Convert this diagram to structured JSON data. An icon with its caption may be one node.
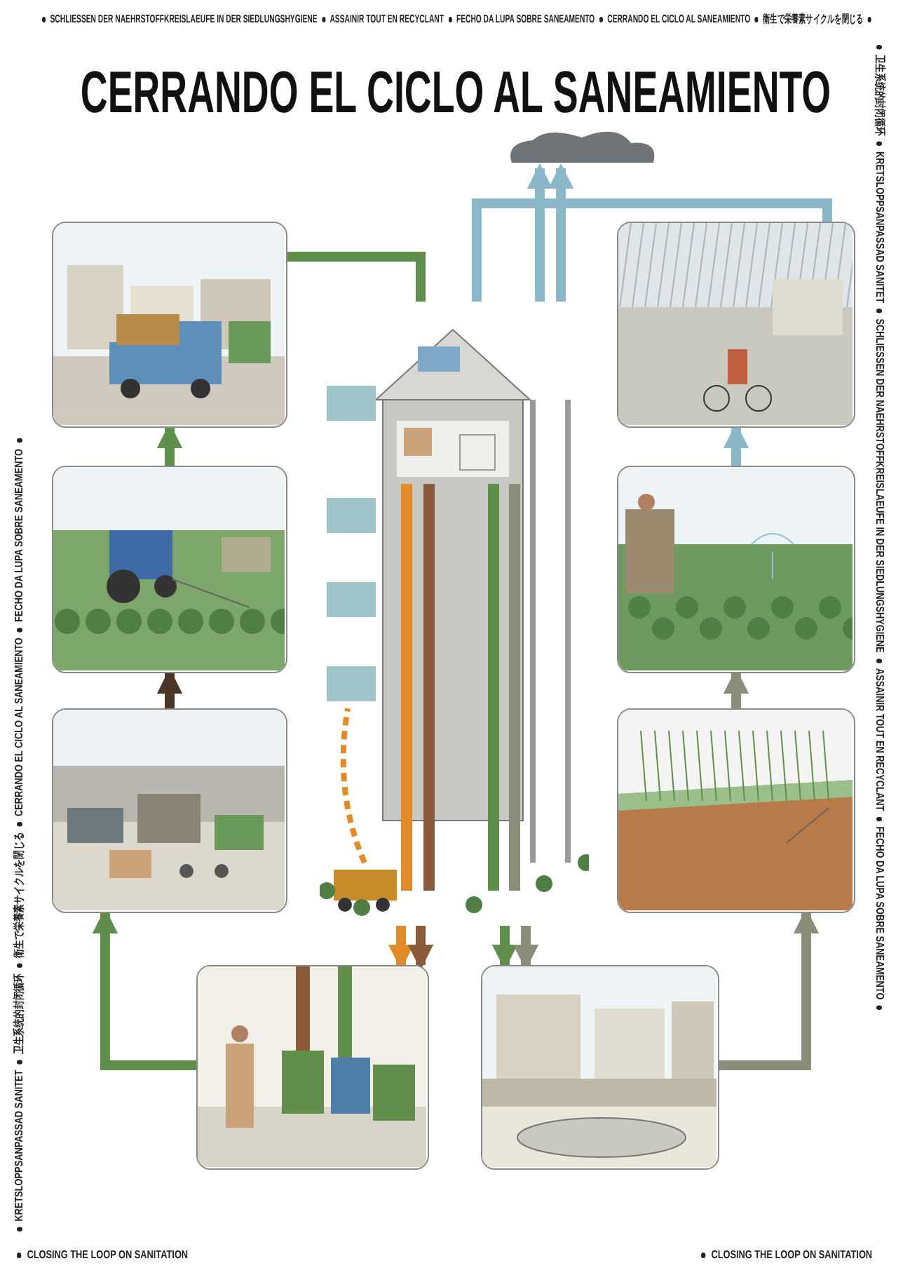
{
  "diagram": {
    "title": "CERRANDO EL CICLO AL SANEAMIENTO",
    "nodes": [
      {
        "text": [],
        "shape": "picture"
      },
      {
        "text": [],
        "shape": "picture"
      },
      {
        "text": [],
        "shape": "picture"
      },
      {
        "text": [],
        "shape": "picture"
      },
      {
        "text": [],
        "shape": "picture"
      },
      {
        "text": [],
        "shape": "picture"
      },
      {
        "text": [],
        "shape": "picture"
      },
      {
        "text": [],
        "shape": "picture"
      },
      {
        "text": [],
        "shape": "picture"
      },
      {
        "text": [],
        "shape": "cloud"
      }
    ],
    "edges": [
      {
        "from": 8,
        "to": 0,
        "arrow": "none",
        "color": "#5f8f4a"
      },
      {
        "from": 1,
        "to": 0,
        "arrow": "to",
        "color": "#5f8f4a"
      },
      {
        "from": 2,
        "to": 1,
        "arrow": "to",
        "color": "#4a3526"
      },
      {
        "from": 3,
        "to": 2,
        "arrow": "to",
        "color": "#5f8f4a"
      },
      {
        "from": 8,
        "to": 3,
        "arrow": "to",
        "color": "#e08a2a"
      },
      {
        "from": 8,
        "to": 3,
        "arrow": "to",
        "color": "#8a5a3a"
      },
      {
        "from": 8,
        "to": 4,
        "arrow": "to",
        "color": "#5f8f4a"
      },
      {
        "from": 8,
        "to": 4,
        "arrow": "to",
        "color": "#8c8c7a"
      },
      {
        "from": 4,
        "to": 5,
        "arrow": "to",
        "color": "#8c8c7a"
      },
      {
        "from": 5,
        "to": 6,
        "arrow": "to",
        "color": "#8c8c7a"
      },
      {
        "from": 6,
        "to": 7,
        "arrow": "to",
        "color": "#8ab8c8"
      },
      {
        "from": 8,
        "to": 7,
        "arrow": "none",
        "color": "#8ab8c8"
      },
      {
        "from": 8,
        "to": 9,
        "arrow": "to",
        "color": "#8ab8c8"
      },
      {
        "from": 8,
        "to": 9,
        "arrow": "to",
        "color": "#8ab8c8"
      }
    ],
    "labels": [
      "SCHLIESSEN DER NAEHRSTOFFKREISLAEUFE IN DER SIEDLUNGSHYGIENE",
      "ASSAINIR TOUT EN RECYCLANT",
      "FECHO DA LUPA SOBRE SANEAMENTO",
      "CERRANDO EL CICLO AL SANEAMIENTO",
      "衛生で栄養素サイクルを閉じる",
      "卫生系统的封闭循环",
      "KRETSLOPPSANPASSAD SANITET",
      "SCHLIESSEN DER NAEHRSTOFFKREISLAEUFE IN DER SIEDLUNGSHYGIENE",
      "ASSAINIR TOUT EN RECYCLANT",
      "FECHO DA LUPA SOBRE SANEAMENTO",
      "KRETSLOPPSANPASSAD SANITET",
      "卫生系统的封闭循环",
      "衛生で栄養素サイクルを閉じる",
      "CERRANDO EL CICLO AL SANEAMIENTO",
      "FECHO DA LUPA SOBRE SANEAMENTO",
      "CLOSING THE LOOP ON SANITATION",
      "CLOSING THE LOOP ON SANITATION"
    ]
  }
}
